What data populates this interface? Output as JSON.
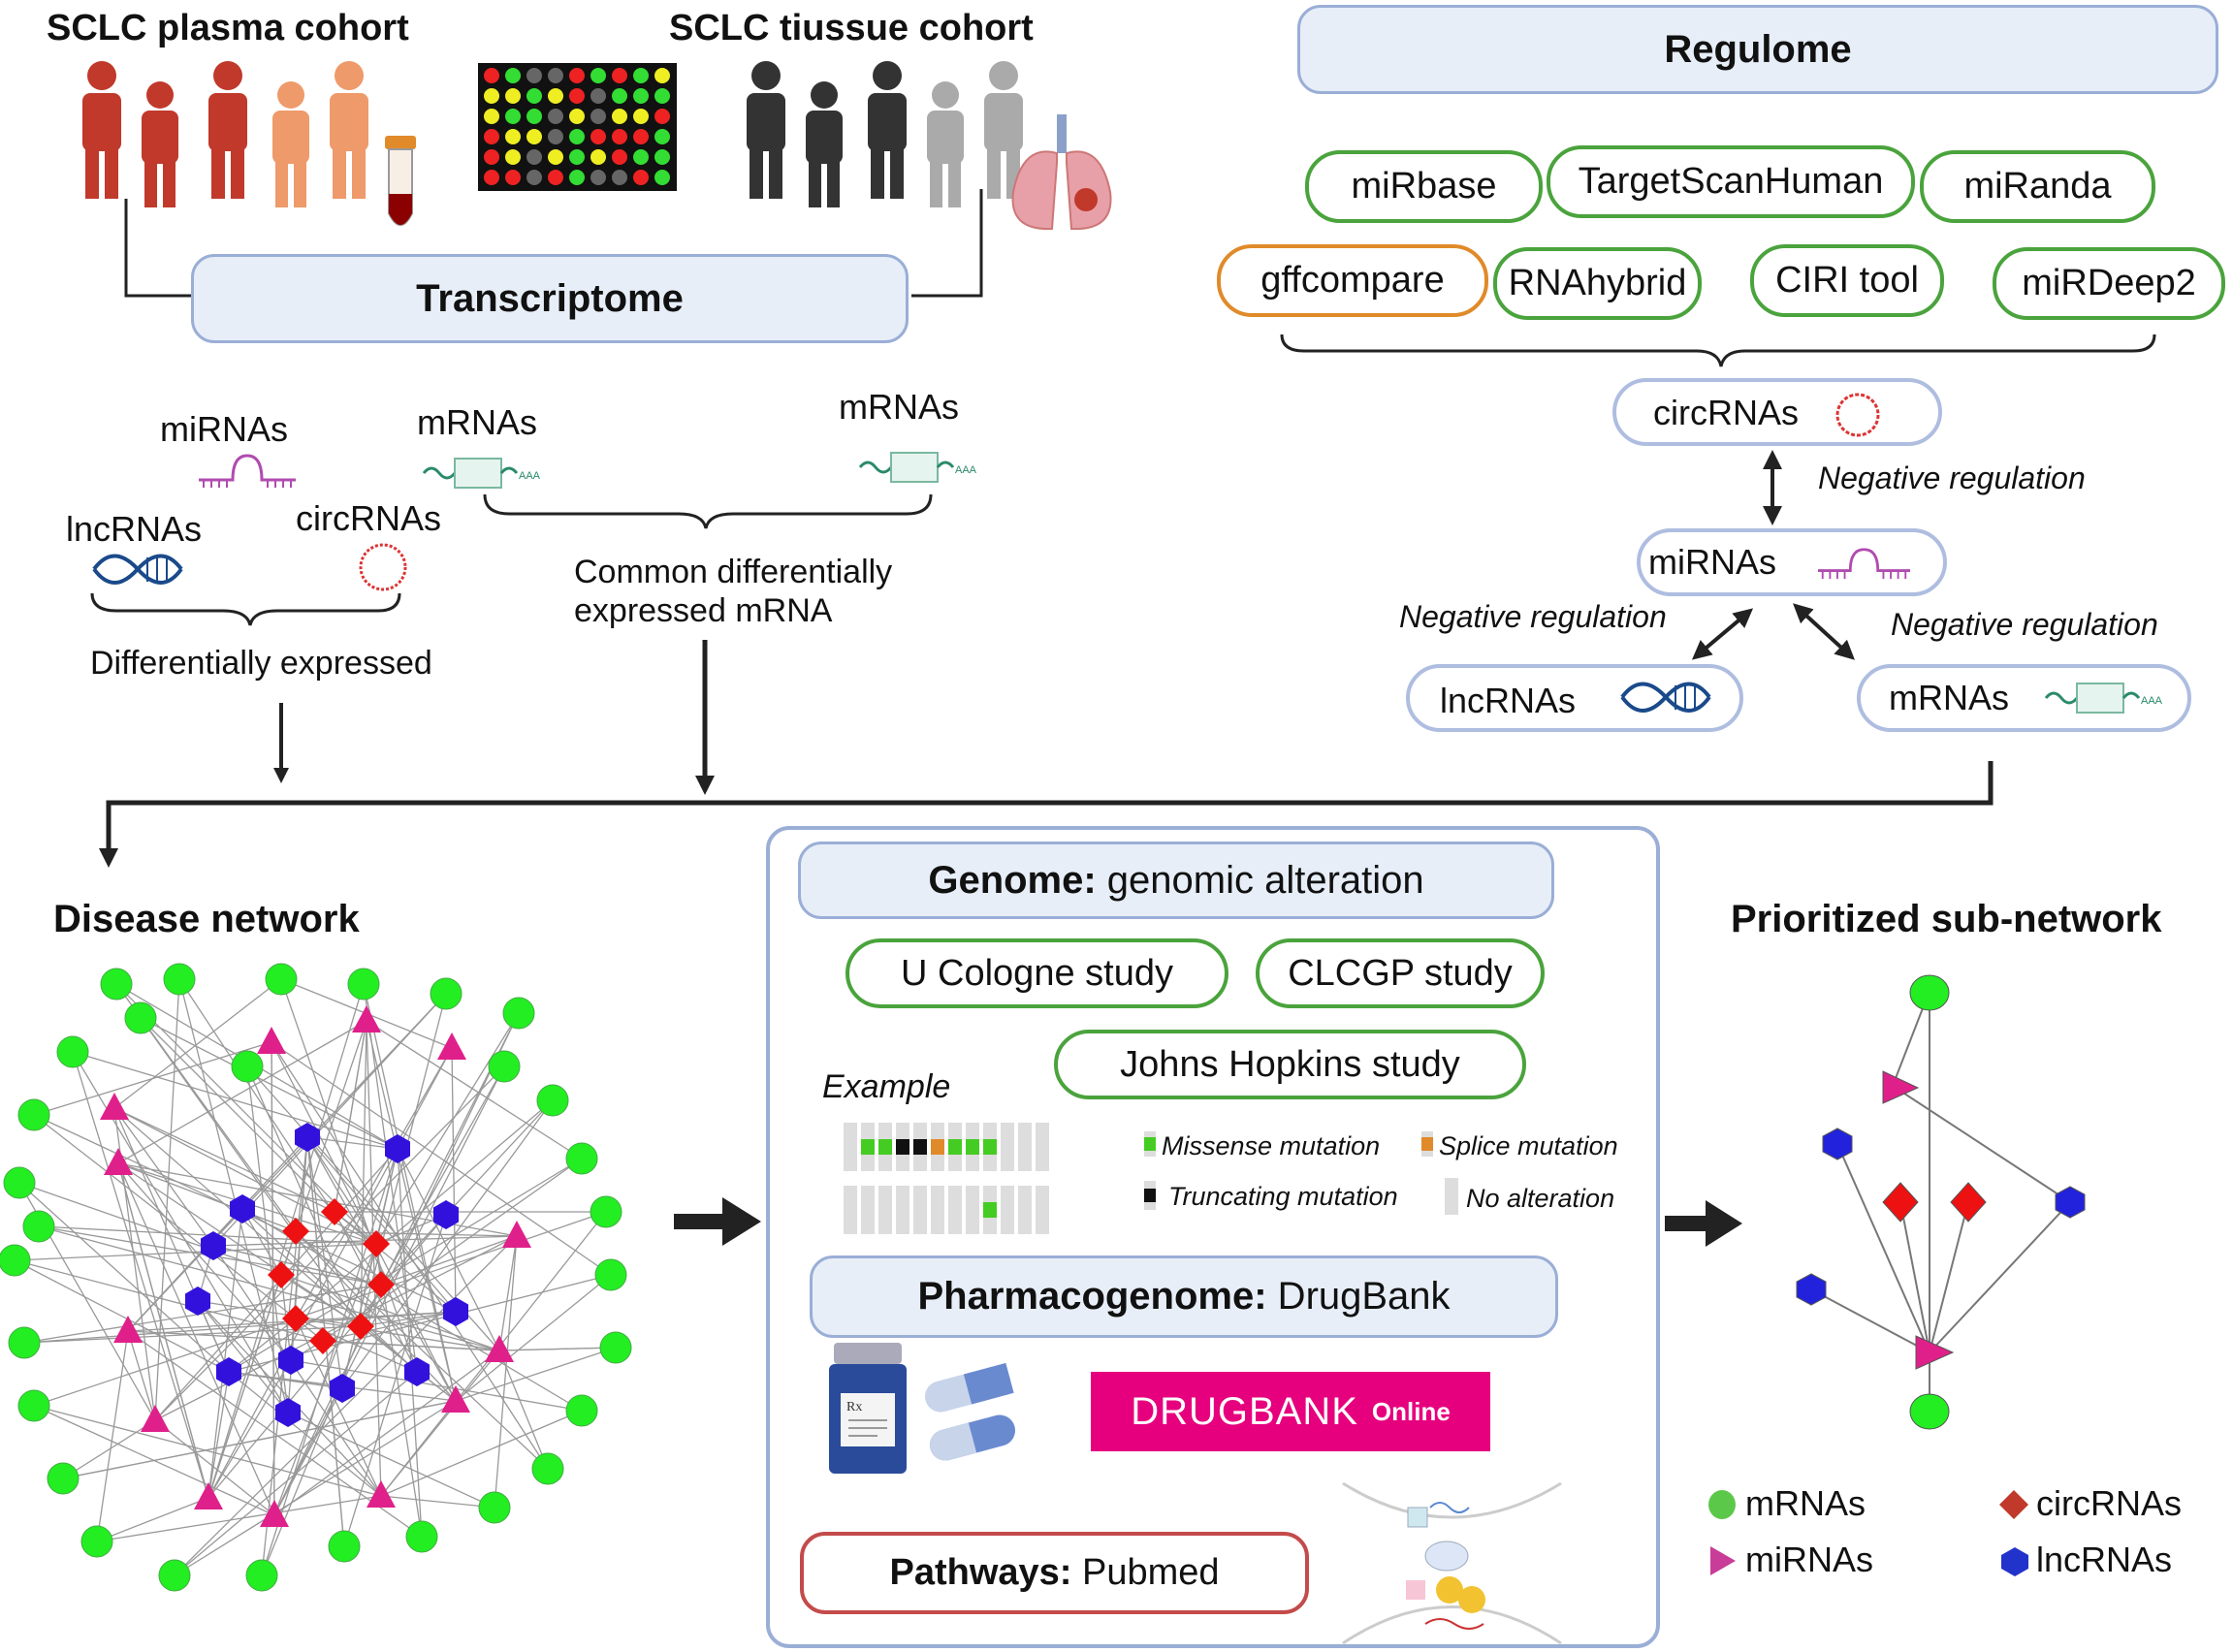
{
  "top_left": {
    "plasma_cohort": "SCLC plasma cohort",
    "tissue_cohort": "SCLC tiussue cohort",
    "transcriptome": "Transcriptome",
    "mirnas": "miRNAs",
    "mrnas_left": "mRNAs",
    "mrnas_right": "mRNAs",
    "lncrnas": "lncRNAs",
    "circrnas": "circRNAs",
    "common_line1": "Common differentially",
    "common_line2": "expressed mRNA",
    "diff_expressed": "Differentially expressed"
  },
  "regulome": {
    "title": "Regulome",
    "tools": [
      "miRbase",
      "TargetScanHuman",
      "miRanda",
      "gffcompare",
      "RNAhybrid",
      "CIRI tool",
      "miRDeep2"
    ],
    "circ_node": "circRNAs",
    "mirna_node": "miRNAs",
    "lnc_node": "lncRNAs",
    "mrna_node": "mRNAs",
    "neg_reg_1": "Negative regulation",
    "neg_reg_2": "Negative regulation",
    "neg_reg_3": "Negative regulation"
  },
  "disease_network": {
    "title": "Disease network"
  },
  "center": {
    "genome_bold": "Genome:",
    "genome_rest": " genomic alteration",
    "studies": [
      "U Cologne study",
      "CLCGP study",
      "Johns Hopkins study"
    ],
    "example": "Example",
    "legend": {
      "missense": "Missense mutation",
      "splice": "Splice mutation",
      "truncating": "Truncating mutation",
      "no_alteration": "No alteration"
    },
    "pharma_bold": "Pharmacogenome:",
    "pharma_rest": " DrugBank",
    "drugbank_logo": "DRUGBANK",
    "drugbank_online": "Online",
    "pathways_bold": "Pathways:",
    "pathways_rest": " Pubmed"
  },
  "prioritized": {
    "title": "Prioritized sub-network",
    "legend": {
      "mrnas": "mRNAs",
      "mirnas": "miRNAs",
      "circrnas": "circRNAs",
      "lncrnas": "lncRNAs"
    }
  },
  "colors": {
    "mrna": "#22ee22",
    "mirna": "#e0208a",
    "circrna": "#ee1111",
    "lncrna": "#3311dd",
    "pill_green": "#4aa33c",
    "pill_orange": "#e08a2a",
    "header_fill": "#e7eef8",
    "drugbank": "#e6007e"
  }
}
